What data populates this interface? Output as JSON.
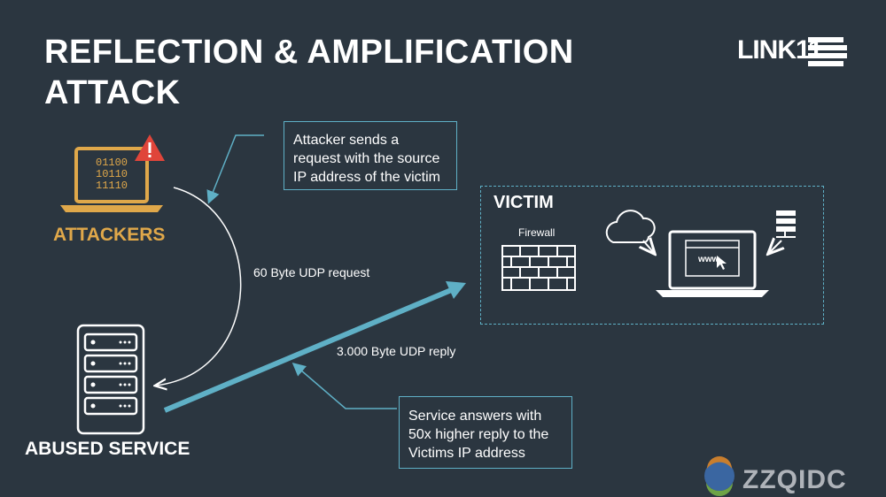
{
  "title": {
    "line1": "REFLECTION & AMPLIFICATION",
    "line2": "ATTACK"
  },
  "logo": {
    "text": "LINK11"
  },
  "attackers": {
    "label": "ATTACKERS",
    "screen_lines": [
      "01100",
      "10110",
      "11110"
    ],
    "accent_color": "#e0a84a",
    "warning_color": "#e0453a"
  },
  "abused_service": {
    "label": "ABUSED SERVICE"
  },
  "callout_top": {
    "lines": [
      "Attacker sends a",
      "request with the source",
      "IP address of the victim"
    ]
  },
  "callout_bottom": {
    "lines": [
      "Service answers with",
      "50x higher reply to the",
      "Victims IP address"
    ]
  },
  "request_label": "60 Byte UDP request",
  "reply_label": "3.000 Byte UDP reply",
  "victim": {
    "label": "VICTIM",
    "firewall_label": "Firewall",
    "browser_text": "www"
  },
  "watermark": {
    "text": "ZZQIDC"
  },
  "colors": {
    "background": "#2b3640",
    "accent": "#5fb0c6"
  }
}
